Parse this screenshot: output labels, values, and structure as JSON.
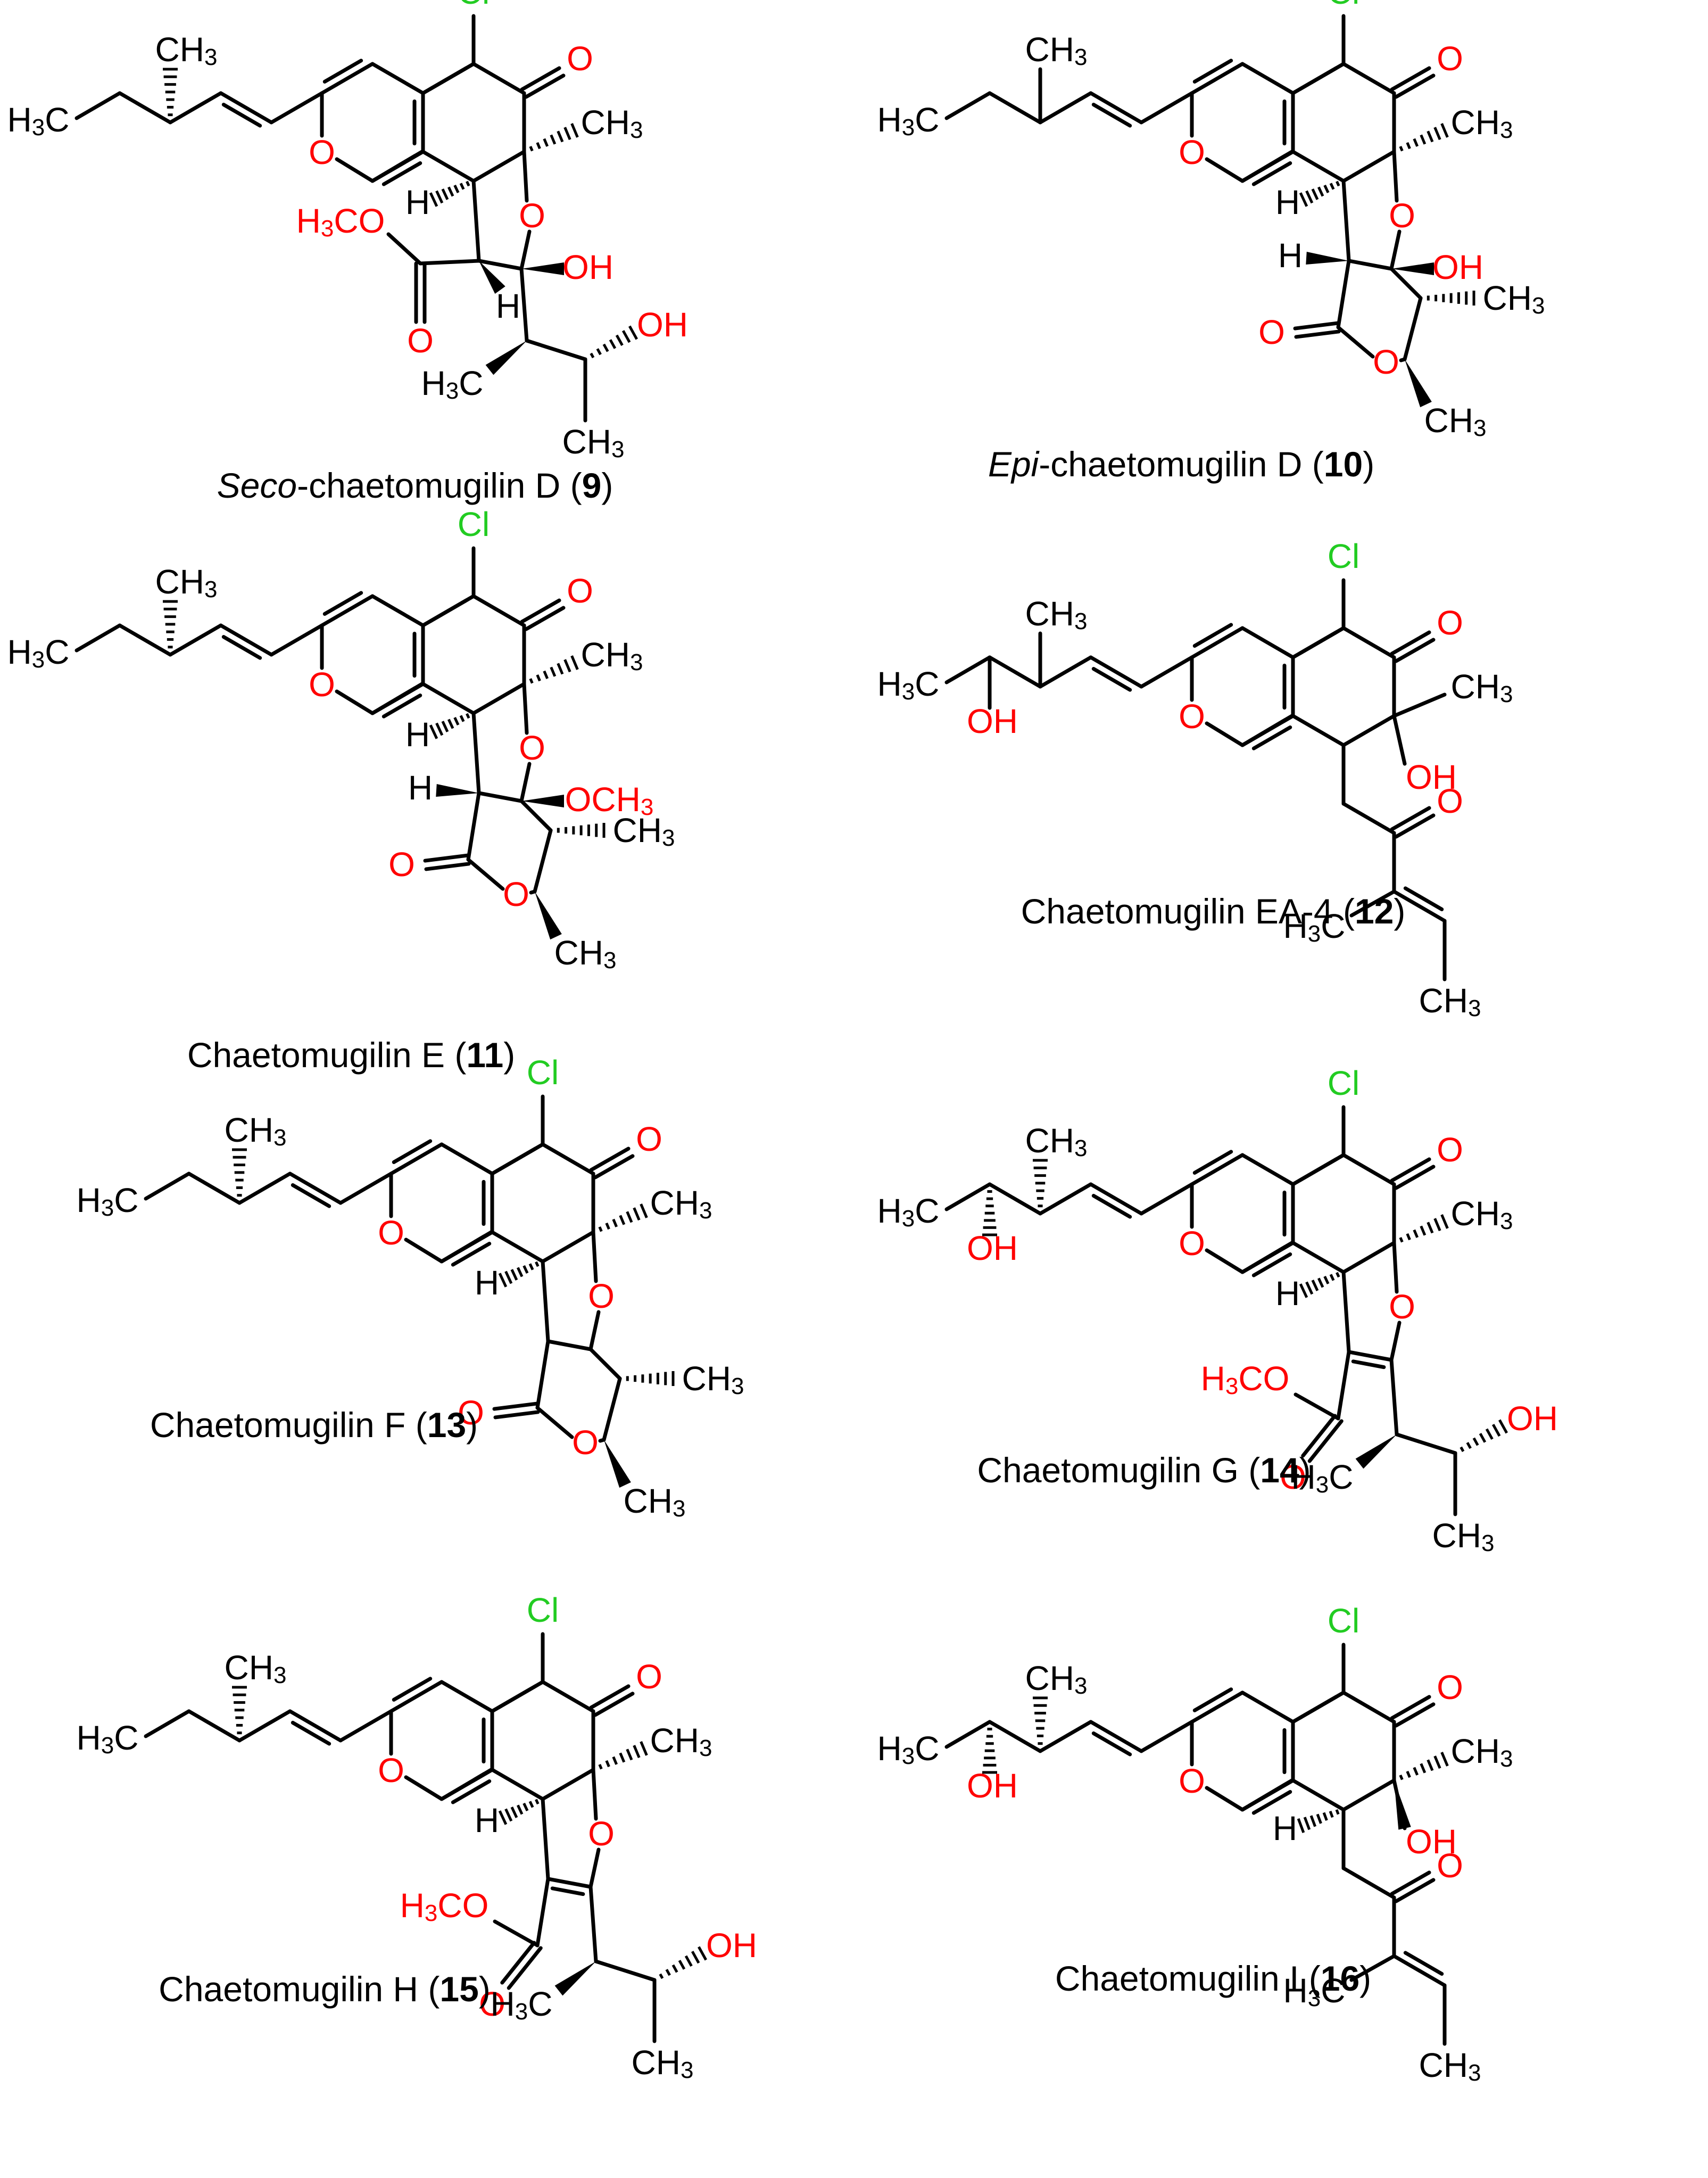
{
  "compounds": [
    {
      "name_prefix": "Seco",
      "name_rest": "-chaetomugilin D (",
      "number": "9",
      "close": ")"
    },
    {
      "name_prefix": "Epi",
      "name_rest": "-chaetomugilin D (",
      "number": "10",
      "close": ")"
    },
    {
      "name_prefix": "",
      "name_rest": "Chaetomugilin E (",
      "number": "11",
      "close": ")"
    },
    {
      "name_prefix": "",
      "name_rest": "Chaetomugilin EA-4 (",
      "number": "12",
      "close": ")"
    },
    {
      "name_prefix": "",
      "name_rest": "Chaetomugilin F (",
      "number": "13",
      "close": ")"
    },
    {
      "name_prefix": "",
      "name_rest": "Chaetomugilin G (",
      "number": "14",
      "close": ")"
    },
    {
      "name_prefix": "",
      "name_rest": "Chaetomugilin H (",
      "number": "15",
      "close": ")"
    },
    {
      "name_prefix": "",
      "name_rest": "Chaetomugilin I (",
      "number": "16",
      "close": ")"
    }
  ],
  "atom_labels": {
    "cl": "Cl",
    "o": "O",
    "oh": "OH",
    "h": "H",
    "ch3": "CH3",
    "h3c": "H3C",
    "ome": "OCH3",
    "h3co": "H3CO"
  },
  "colors": {
    "oxygen": "#ff0000",
    "chlorine": "#22cc22",
    "bond": "#000000"
  }
}
